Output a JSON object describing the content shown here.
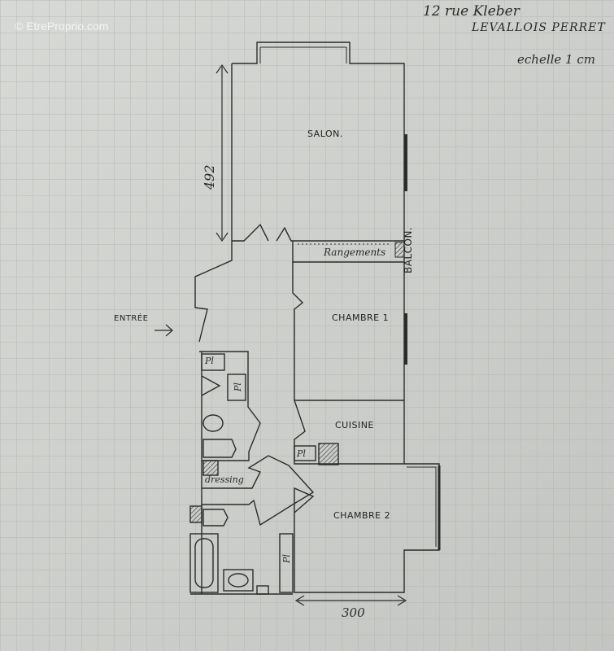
{
  "watermark": "© EtreProprio.com",
  "header": {
    "address_line1": "12 rue Kleber",
    "address_line2": "LEVALLOIS PERRET",
    "scale": "echelle 1 cm"
  },
  "rooms": {
    "salon": "SALON.",
    "rangements": "Rangements",
    "chambre1": "CHAMBRE 1",
    "cuisine": "CUISINE",
    "chambre2": "CHAMBRE 2",
    "dressing": "dressing",
    "balcon": "BALCON.",
    "entree": "ENTRÉE"
  },
  "fixtures": {
    "pl1": "Pl",
    "pl2": "Pl",
    "pl3": "Pl",
    "pl4": "Pl"
  },
  "dimensions": {
    "salon_height": "492",
    "chambre2_width": "300"
  },
  "colors": {
    "paper": "#c9cbc8",
    "grid": "#a9abaa",
    "ink": "#2a2a2a"
  }
}
